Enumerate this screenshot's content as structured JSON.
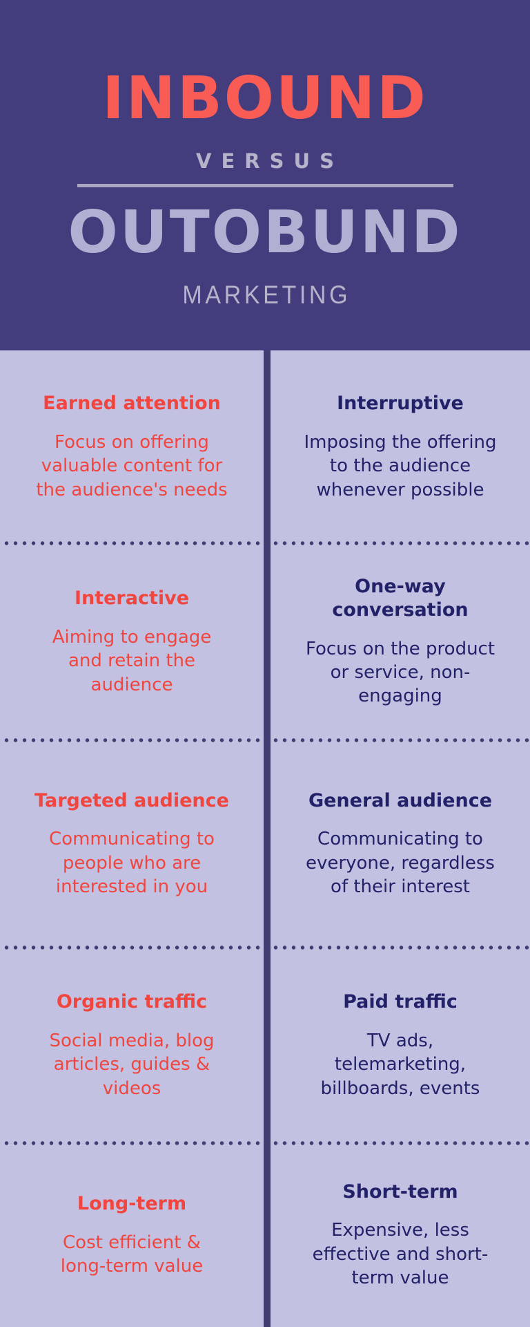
{
  "header": {
    "inbound": "INBOUND",
    "versus": "VERSUS",
    "outbound": "OUTOBUND",
    "marketing": "MARKETING"
  },
  "colors": {
    "header_background": "#433d7d",
    "table_background": "#c3c1e1",
    "inbound_red": "#f95b55",
    "left_column_red": "#f0463f",
    "right_column_navy": "#232269",
    "outbound_lavender": "#b2b0d2",
    "muted_label": "#b6b3ca",
    "divider_dark_purple": "#413c72",
    "header_line": "#a9a6c1"
  },
  "comparison": {
    "rows": [
      {
        "left": {
          "heading": "Earned attention",
          "body": "Focus on offering\nvaluable content for\nthe audience's needs"
        },
        "right": {
          "heading": "Interruptive",
          "body": "Imposing the offering\nto the audience\nwhenever possible"
        }
      },
      {
        "left": {
          "heading": "Interactive",
          "body": "Aiming to engage\nand retain the\naudience"
        },
        "right": {
          "heading": "One-way\nconversation",
          "body": "Focus on the product\nor service, non-\nengaging"
        }
      },
      {
        "left": {
          "heading": "Targeted audience",
          "body": "Communicating to\npeople who are\ninterested in you"
        },
        "right": {
          "heading": "General audience",
          "body": "Communicating to\neveryone, regardless\nof their interest"
        }
      },
      {
        "left": {
          "heading": "Organic traffic",
          "body": "Social media, blog\narticles, guides &\nvideos"
        },
        "right": {
          "heading": "Paid traffic",
          "body": "TV ads,\ntelemarketing,\nbillboards, events"
        }
      },
      {
        "left": {
          "heading": "Long-term",
          "body": "Cost efficient &\nlong-term value"
        },
        "right": {
          "heading": "Short-term",
          "body": "Expensive, less\neffective and short-\nterm value"
        }
      }
    ]
  }
}
